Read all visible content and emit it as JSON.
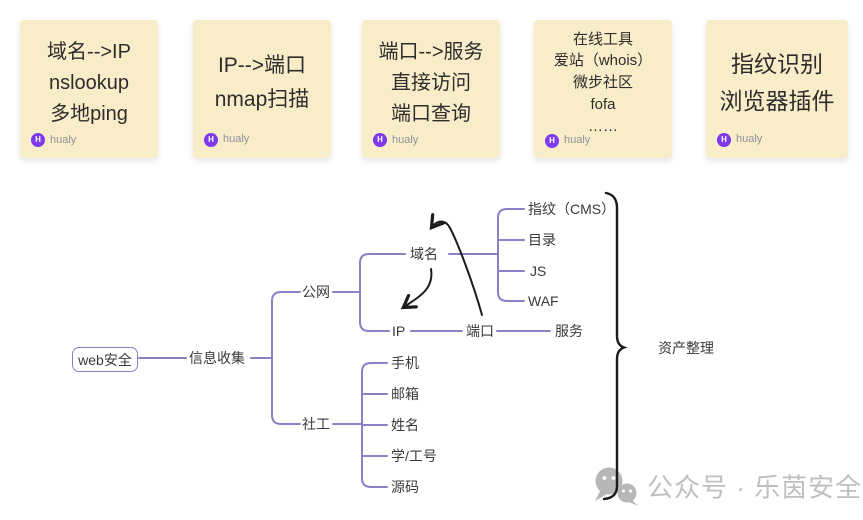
{
  "brand": {
    "name": "hualy"
  },
  "notes": [
    {
      "lines": [
        "域名-->IP",
        "nslookup",
        "多地ping"
      ]
    },
    {
      "lines": [
        "IP-->端口",
        "nmap扫描"
      ]
    },
    {
      "lines": [
        "端口-->服务",
        "直接访问",
        "端口查询"
      ]
    },
    {
      "lines": [
        "在线工具",
        "爱站（whois）",
        "微步社区",
        "fofa",
        "……"
      ]
    },
    {
      "lines": [
        "指纹识别",
        "浏览器插件"
      ]
    }
  ],
  "mindmap": {
    "root": "web安全",
    "info": "信息收集",
    "public": "公网",
    "domain": "域名",
    "ip": "IP",
    "port": "端口",
    "service": "服务",
    "fingerprint": "指纹（CMS）",
    "directory": "目录",
    "js": "JS",
    "waf": "WAF",
    "social": "社工",
    "phone": "手机",
    "email": "邮箱",
    "name": "姓名",
    "student_work_id": "学/工号",
    "source_code": "源码",
    "asset_label": "资产整理"
  },
  "watermark": {
    "text": "公众号 · 乐茵安全"
  },
  "colors": {
    "note_bg": "#f9edc9",
    "line_purple": "#8f7fc5",
    "brand_purple": "#7c3aed",
    "ink": "#1c1c1c",
    "watermark_gray": "#bfbfbf"
  }
}
